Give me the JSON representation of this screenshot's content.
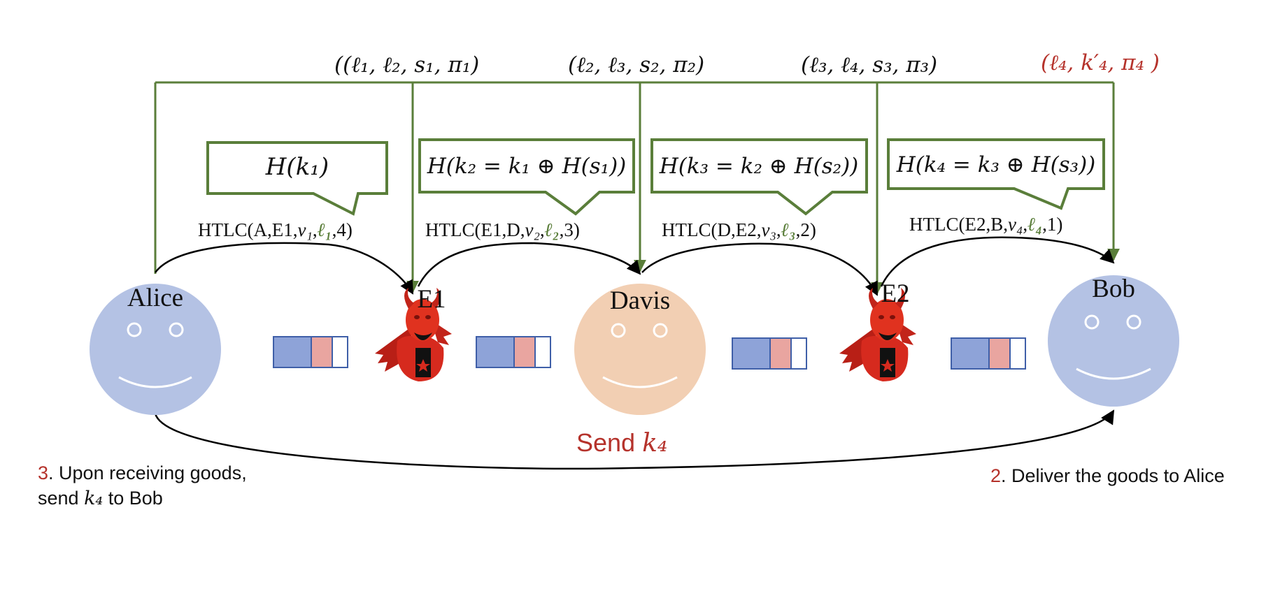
{
  "colors": {
    "green": "#5a7e3a",
    "red": "#b5322b",
    "blue_face": "#b4c2e4",
    "peach_face": "#f2cfb3",
    "bar_blue": "#8ea3d8",
    "bar_pink": "#e9a5a0",
    "bar_border": "#3f5fa8",
    "arrow": "#000000",
    "devil": "#d62a1e"
  },
  "top_labels": [
    "((ℓ₁, ℓ₂, s₁, π₁)",
    "(ℓ₂, ℓ₃, s₂, π₂)",
    "(ℓ₃, ℓ₄, s₃, π₃)",
    "(ℓ₄, k′₄, π₄ )"
  ],
  "hash_boxes": [
    "H(k₁)",
    "H(k₂ = k₁ ⊕ H(s₁))",
    "H(k₃ = k₂ ⊕ H(s₂))",
    "H(k₄ = k₃ ⊕ H(s₃))"
  ],
  "htlcs": [
    {
      "pre": "HTLC(A,E1,",
      "v": "v₁",
      "sep": ",",
      "l": "ℓ₁",
      "post": ",4)"
    },
    {
      "pre": "HTLC(E1,D,",
      "v": "v₂",
      "sep": ",",
      "l": "ℓ₂",
      "post": ",3)"
    },
    {
      "pre": "HTLC(D,E2,",
      "v": "v₃",
      "sep": ",",
      "l": "ℓ₃",
      "post": ",2)"
    },
    {
      "pre": "HTLC(E2,B,",
      "v": "v₄",
      "sep": ",",
      "l": "ℓ₄",
      "post": ",1)"
    }
  ],
  "nodes": {
    "alice": "Alice",
    "e1": "E1",
    "davis": "Davis",
    "e2": "E2",
    "bob": "Bob"
  },
  "send_label": {
    "text": "Send ",
    "var": "k₄"
  },
  "note_left": {
    "num": "3",
    "line1": ". Upon receiving goods,",
    "line2_pre": "send ",
    "line2_var": "k₄",
    "line2_post": " to Bob"
  },
  "note_right": {
    "num": "2",
    "text": ". Deliver the goods to Alice"
  }
}
